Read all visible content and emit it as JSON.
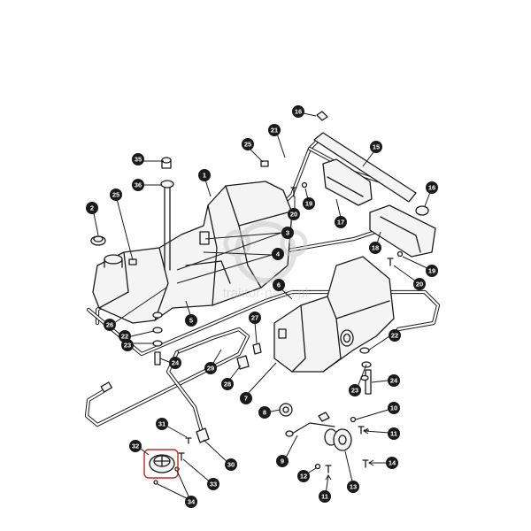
{
  "watermark": {
    "text": "traktor-parts.pl"
  },
  "highlight": {
    "color": "#c62828",
    "part": "32"
  },
  "callouts": {
    "c1": "1",
    "c2": "2",
    "c3": "3",
    "c4": "4",
    "c5": "5",
    "c6": "6",
    "c7": "7",
    "c8": "8",
    "c9": "9",
    "c10": "10",
    "c11a": "11",
    "c11b": "11",
    "c12": "12",
    "c13": "13",
    "c14": "14",
    "c15": "15",
    "c16": "16",
    "c16b": "16",
    "c17": "17",
    "c18": "18",
    "c19a": "19",
    "c19b": "19",
    "c20a": "20",
    "c20b": "20",
    "c21": "21",
    "c22a": "22",
    "c22b": "22",
    "c23a": "23",
    "c23b": "23",
    "c24a": "24",
    "c24b": "24",
    "c25a": "25",
    "c25b": "25",
    "c26": "26",
    "c27": "27",
    "c28": "28",
    "c29": "29",
    "c30": "30",
    "c31": "31",
    "c32": "32",
    "c33": "33",
    "c34": "34",
    "c35": "35",
    "c36": "36"
  }
}
